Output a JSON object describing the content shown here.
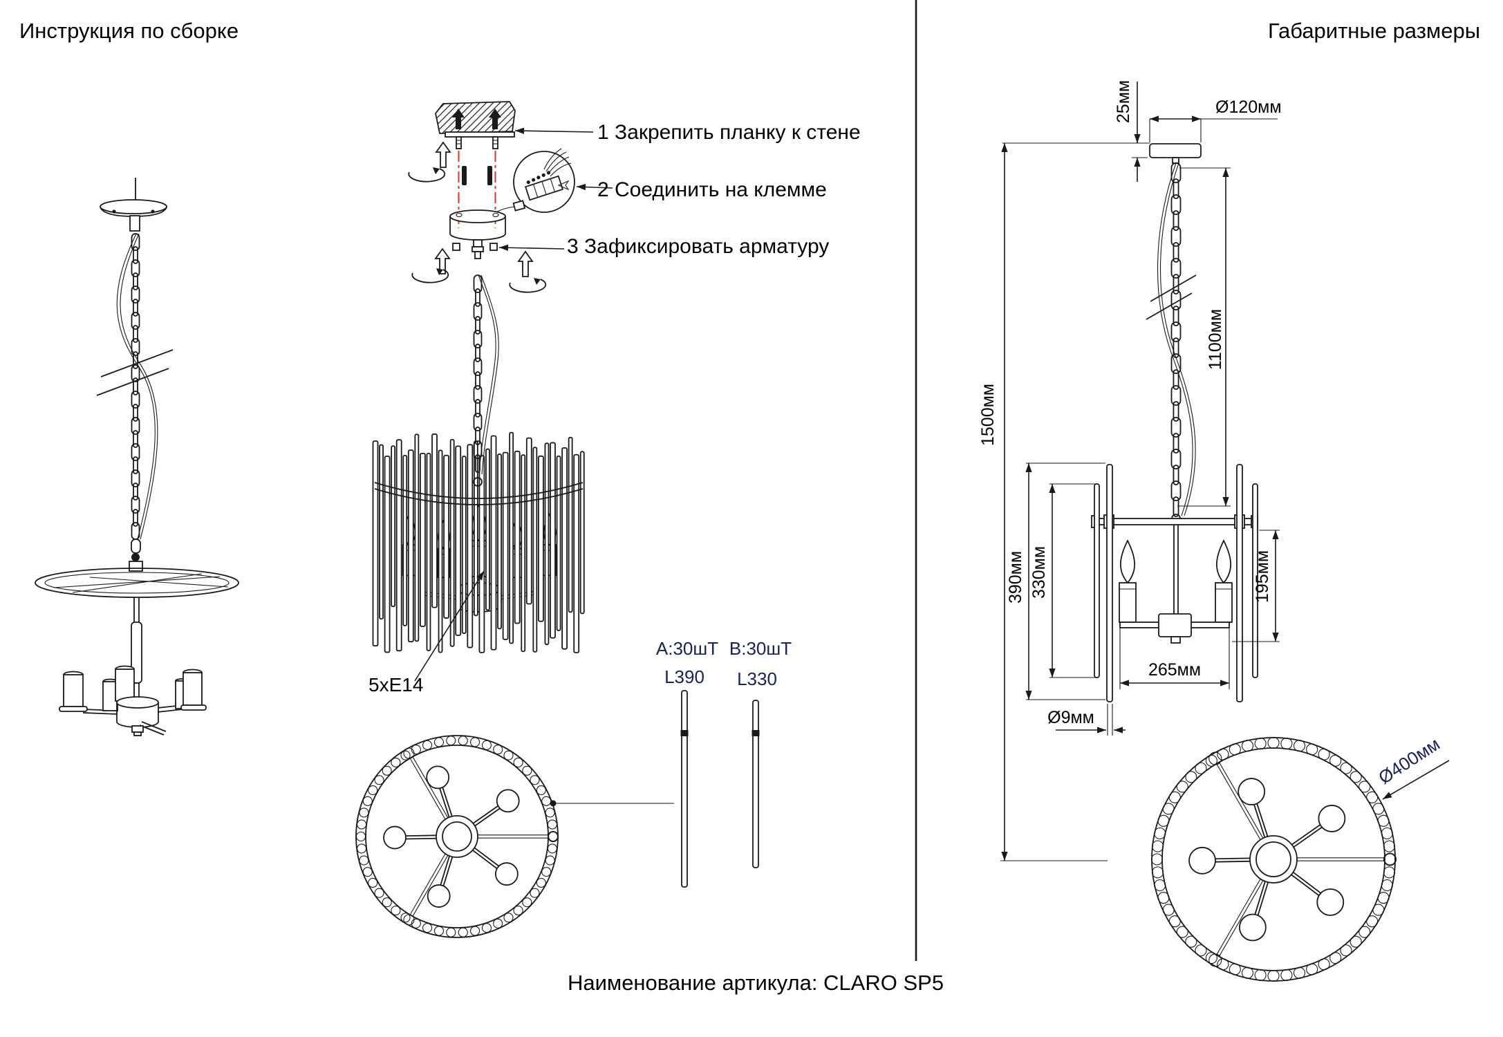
{
  "titles": {
    "left": "Инструкция по сборке",
    "right": "Габаритные размеры"
  },
  "caption": "Наименование артикула: CLARO SP5",
  "steps": [
    {
      "label": "1 Закрепить планку к стене"
    },
    {
      "label": "2 Соединить на клемме"
    },
    {
      "label": "3 Зафиксировать арматуру"
    }
  ],
  "labels": {
    "socket_count": "5xE14",
    "rod_a_qty": "A:30шТ",
    "rod_b_qty": "B:30шТ",
    "rod_a_length": "L390",
    "rod_b_length": "L330"
  },
  "dimensions": {
    "canopy_thickness": "25мм",
    "canopy_diameter": "Ø120мм",
    "chain_length": "1100мм",
    "overall_height": "1500мм",
    "outer_rod_drop": "390мм",
    "inner_rod_drop": "330мм",
    "body_height": "195мм",
    "arm_span": "265мм",
    "rod_diameter": "Ø9мм",
    "shade_diameter": "Ø400мм"
  },
  "colors": {
    "ink": "#1a1a1a",
    "accent_red": "#e03126",
    "label_blue": "#18215a",
    "background": "#ffffff"
  }
}
